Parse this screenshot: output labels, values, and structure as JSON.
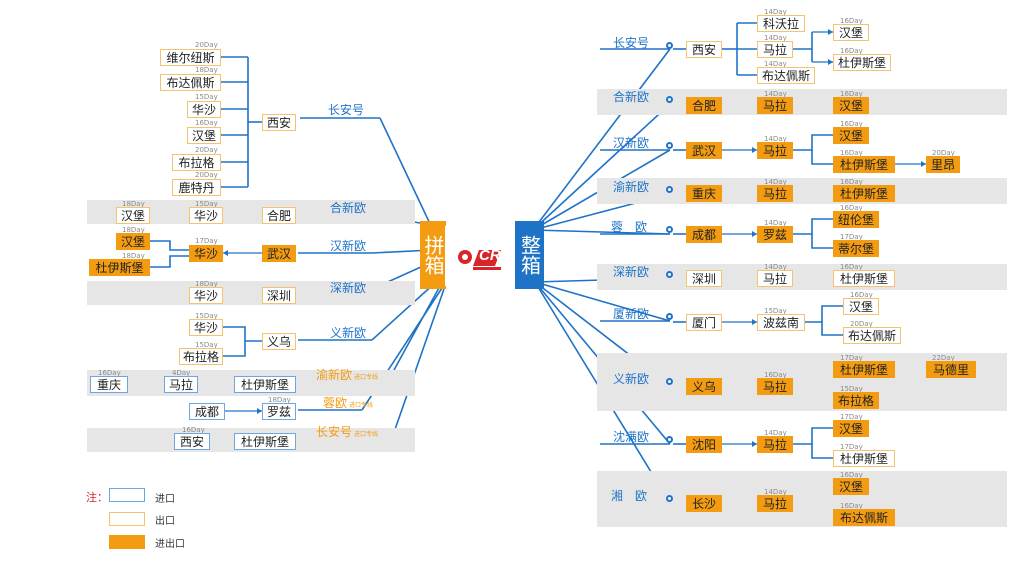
{
  "hubs": {
    "lcl": "拼箱",
    "fcl": "整箱"
  },
  "logo": {
    "text": "CR"
  },
  "legend": {
    "title": "注：",
    "import": "进口",
    "export": "出口",
    "both": "进出口"
  },
  "colors": {
    "line": "#1f73c7",
    "orange": "#f39c12",
    "band": "#e6e6e6"
  },
  "left_routes": [
    {
      "name": "长安号",
      "origin": "西安",
      "destinations": [
        {
          "city": "维尔纽斯",
          "days": "20Day"
        },
        {
          "city": "布达佩斯",
          "days": "18Day"
        },
        {
          "city": "华沙",
          "days": "15Day"
        },
        {
          "city": "汉堡",
          "days": "16Day"
        },
        {
          "city": "布拉格",
          "days": "20Day"
        },
        {
          "city": "鹿特丹",
          "days": "20Day"
        }
      ]
    },
    {
      "name": "合新欧",
      "origin": "合肥",
      "via": {
        "city": "华沙",
        "days": "15Day"
      },
      "destinations": [
        {
          "city": "汉堡",
          "days": "18Day"
        }
      ]
    },
    {
      "name": "汉新欧",
      "origin": "武汉",
      "via": {
        "city": "华沙",
        "days": "17Day"
      },
      "destinations": [
        {
          "city": "汉堡",
          "days": "18Day"
        },
        {
          "city": "杜伊斯堡",
          "days": "18Day"
        }
      ]
    },
    {
      "name": "深新欧",
      "origin": "深圳",
      "destinations": [
        {
          "city": "华沙",
          "days": "18Day"
        }
      ]
    },
    {
      "name": "义新欧",
      "origin": "义乌",
      "destinations": [
        {
          "city": "华沙",
          "days": "15Day"
        },
        {
          "city": "布拉格",
          "days": "15Day"
        }
      ]
    },
    {
      "name": "渝新欧",
      "note": "进口专线",
      "origin": "重庆",
      "via": {
        "city": "马拉",
        "days": "4Day"
      },
      "destinations": [
        {
          "city": "杜伊斯堡",
          "days": "16Day"
        }
      ]
    },
    {
      "name": "蓉欧",
      "note": "进口专线",
      "origin": "成都",
      "destinations": [
        {
          "city": "罗兹",
          "days": "18Day"
        }
      ]
    },
    {
      "name": "长安号",
      "note": "进口专线",
      "origin": "西安",
      "destinations": [
        {
          "city": "杜伊斯堡",
          "days": "16Day"
        }
      ]
    }
  ],
  "right_routes": [
    {
      "name": "长安号",
      "origin": "西安",
      "stops": [
        {
          "city": "科沃拉",
          "days": "14Day"
        },
        {
          "city": "马拉",
          "days": "14Day"
        },
        {
          "city": "布达佩斯",
          "days": "14Day"
        }
      ],
      "finals": [
        {
          "city": "汉堡",
          "days": "16Day"
        },
        {
          "city": "杜伊斯堡",
          "days": "16Day"
        }
      ]
    },
    {
      "name": "合新欧",
      "origin": "合肥",
      "via": {
        "city": "马拉",
        "days": "14Day"
      },
      "finals": [
        {
          "city": "汉堡",
          "days": "16Day"
        }
      ]
    },
    {
      "name": "汉新欧",
      "origin": "武汉",
      "via": {
        "city": "马拉",
        "days": "14Day"
      },
      "finals": [
        {
          "city": "汉堡",
          "days": "16Day"
        },
        {
          "city": "杜伊斯堡",
          "days": "16Day"
        }
      ],
      "extra": {
        "city": "里昂",
        "days": "20Day"
      }
    },
    {
      "name": "渝新欧",
      "origin": "重庆",
      "via": {
        "city": "马拉",
        "days": "14Day"
      },
      "finals": [
        {
          "city": "杜伊斯堡",
          "days": "16Day"
        }
      ]
    },
    {
      "name": "蓉　欧",
      "origin": "成都",
      "via": {
        "city": "罗兹",
        "days": "14Day"
      },
      "finals": [
        {
          "city": "纽伦堡",
          "days": "16Day"
        },
        {
          "city": "蒂尔堡",
          "days": "17Day"
        }
      ]
    },
    {
      "name": "深新欧",
      "origin": "深圳",
      "via": {
        "city": "马拉",
        "days": "14Day"
      },
      "finals": [
        {
          "city": "杜伊斯堡",
          "days": "16Day"
        }
      ]
    },
    {
      "name": "厦新欧",
      "origin": "厦门",
      "via": {
        "city": "波兹南",
        "days": "15Day"
      },
      "finals": [
        {
          "city": "汉堡",
          "days": "16Day"
        },
        {
          "city": "布达佩斯",
          "days": "20Day"
        }
      ]
    },
    {
      "name": "义新欧",
      "origin": "义乌",
      "via": {
        "city": "马拉",
        "days": "16Day"
      },
      "finals": [
        {
          "city": "杜伊斯堡",
          "days": "17Day"
        },
        {
          "city": "布拉格",
          "days": "15Day"
        }
      ],
      "extra": {
        "city": "马德里",
        "days": "22Day"
      }
    },
    {
      "name": "沈满欧",
      "origin": "沈阳",
      "via": {
        "city": "马拉",
        "days": "14Day"
      },
      "finals": [
        {
          "city": "汉堡",
          "days": "17Day"
        },
        {
          "city": "杜伊斯堡",
          "days": "17Day"
        }
      ]
    },
    {
      "name": "湘　欧",
      "origin": "长沙",
      "via": {
        "city": "马拉",
        "days": "14Day"
      },
      "finals": [
        {
          "city": "汉堡",
          "days": "16Day"
        },
        {
          "city": "布达佩斯",
          "days": "16Day"
        }
      ]
    }
  ]
}
